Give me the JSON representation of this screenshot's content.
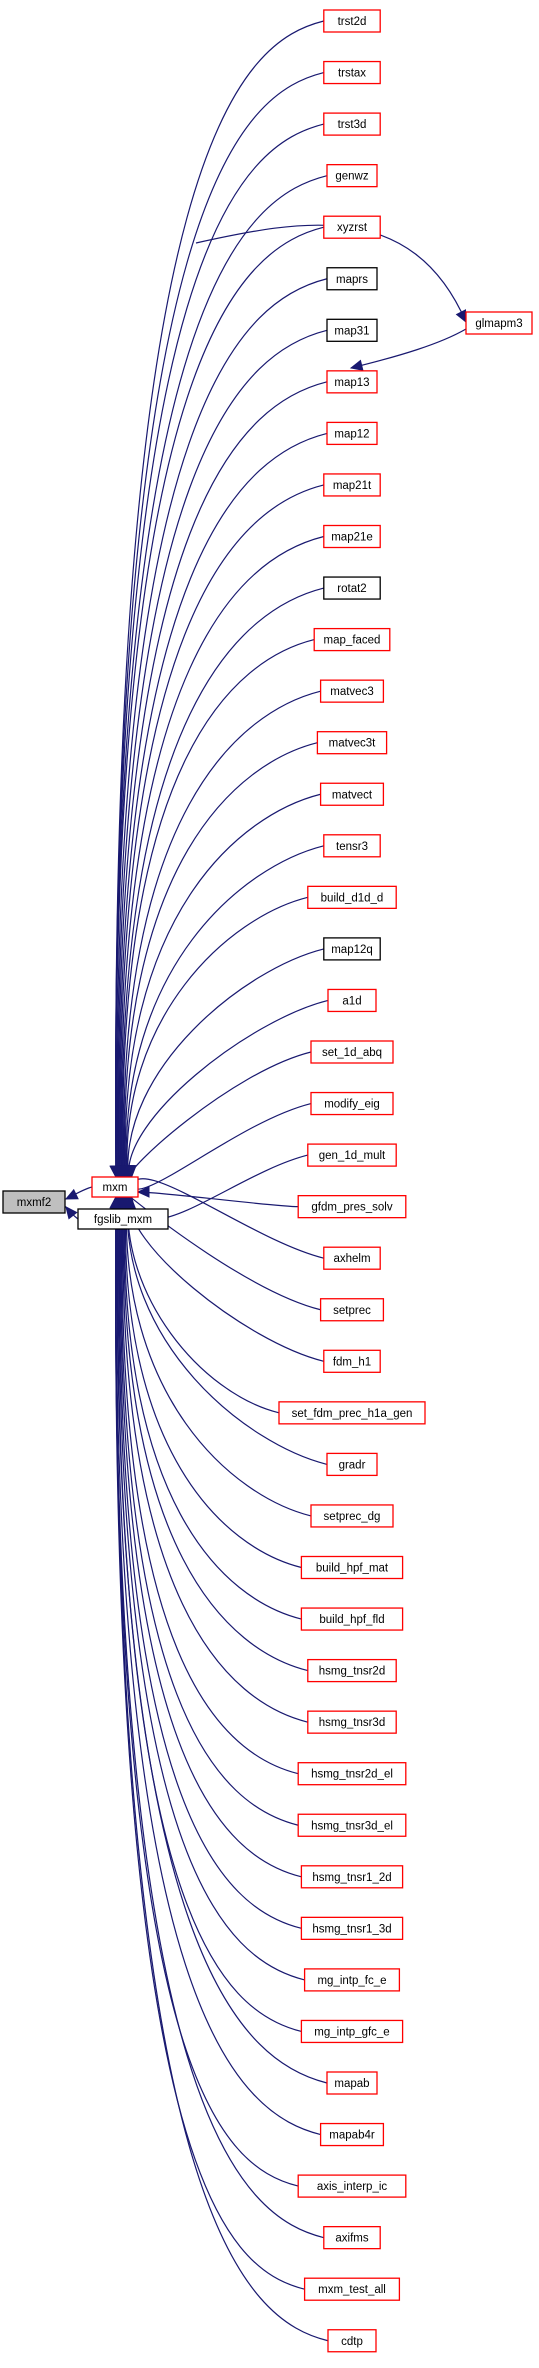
{
  "colors": {
    "edge": "#191970",
    "focus_fill": "#bfbfbf",
    "focus_border": "#000000",
    "truncated_border": "#ff0000",
    "complete_border": "#000000"
  },
  "focus": {
    "label": "mxmf2"
  },
  "hub": {
    "label": "mxm",
    "border": "red"
  },
  "sibling": {
    "label": "fgslib_mxm",
    "border": "black"
  },
  "glmapm3": {
    "label": "glmapm3",
    "border": "red"
  },
  "callers": [
    {
      "label": "trst2d",
      "border": "red"
    },
    {
      "label": "trstax",
      "border": "red"
    },
    {
      "label": "trst3d",
      "border": "red"
    },
    {
      "label": "genwz",
      "border": "red"
    },
    {
      "label": "xyzrst",
      "border": "red"
    },
    {
      "label": "maprs",
      "border": "black"
    },
    {
      "label": "map31",
      "border": "black"
    },
    {
      "label": "map13",
      "border": "red"
    },
    {
      "label": "map12",
      "border": "red"
    },
    {
      "label": "map21t",
      "border": "red"
    },
    {
      "label": "map21e",
      "border": "red"
    },
    {
      "label": "rotat2",
      "border": "black"
    },
    {
      "label": "map_faced",
      "border": "red"
    },
    {
      "label": "matvec3",
      "border": "red"
    },
    {
      "label": "matvec3t",
      "border": "red"
    },
    {
      "label": "matvect",
      "border": "red"
    },
    {
      "label": "tensr3",
      "border": "red"
    },
    {
      "label": "build_d1d_d",
      "border": "red"
    },
    {
      "label": "map12q",
      "border": "black"
    },
    {
      "label": "a1d",
      "border": "red"
    },
    {
      "label": "set_1d_abq",
      "border": "red"
    },
    {
      "label": "modify_eig",
      "border": "red"
    },
    {
      "label": "gen_1d_mult",
      "border": "red"
    },
    {
      "label": "gfdm_pres_solv",
      "border": "red"
    },
    {
      "label": "axhelm",
      "border": "red"
    },
    {
      "label": "setprec",
      "border": "red"
    },
    {
      "label": "fdm_h1",
      "border": "red"
    },
    {
      "label": "set_fdm_prec_h1a_gen",
      "border": "red"
    },
    {
      "label": "gradr",
      "border": "red"
    },
    {
      "label": "setprec_dg",
      "border": "red"
    },
    {
      "label": "build_hpf_mat",
      "border": "red"
    },
    {
      "label": "build_hpf_fld",
      "border": "red"
    },
    {
      "label": "hsmg_tnsr2d",
      "border": "red"
    },
    {
      "label": "hsmg_tnsr3d",
      "border": "red"
    },
    {
      "label": "hsmg_tnsr2d_el",
      "border": "red"
    },
    {
      "label": "hsmg_tnsr3d_el",
      "border": "red"
    },
    {
      "label": "hsmg_tnsr1_2d",
      "border": "red"
    },
    {
      "label": "hsmg_tnsr1_3d",
      "border": "red"
    },
    {
      "label": "mg_intp_fc_e",
      "border": "red"
    },
    {
      "label": "mg_intp_gfc_e",
      "border": "red"
    },
    {
      "label": "mapab",
      "border": "red"
    },
    {
      "label": "mapab4r",
      "border": "red"
    },
    {
      "label": "axis_interp_ic",
      "border": "red"
    },
    {
      "label": "axifms",
      "border": "red"
    },
    {
      "label": "mxm_test_all",
      "border": "red"
    },
    {
      "label": "cdtp",
      "border": "red"
    }
  ]
}
